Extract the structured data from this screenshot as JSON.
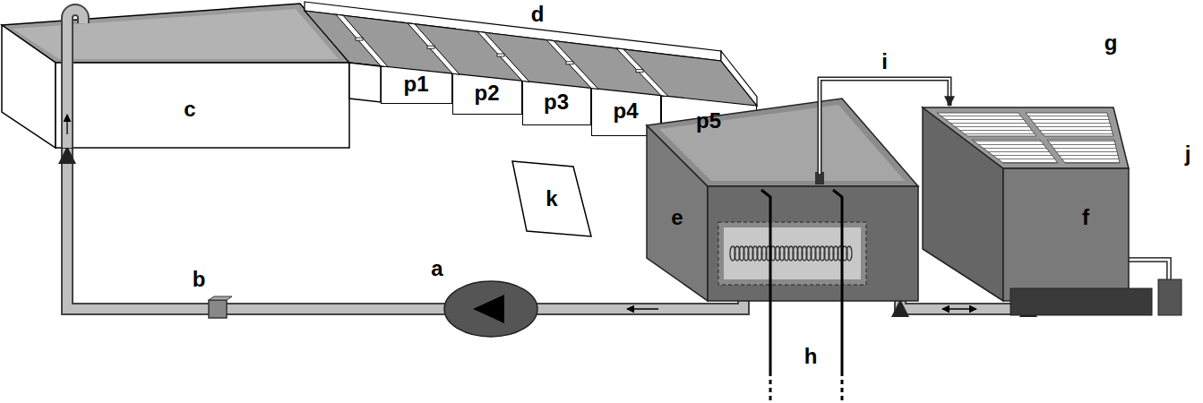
{
  "diagram": {
    "nodes": [
      {
        "text": [
          "c"
        ]
      },
      {
        "text": [
          "d"
        ]
      },
      {
        "text": [
          "p1"
        ],
        "in": 1
      },
      {
        "text": [
          "p2"
        ],
        "in": 1
      },
      {
        "text": [
          "p3"
        ],
        "in": 1
      },
      {
        "text": [
          "p4"
        ],
        "in": 1
      },
      {
        "text": [
          "p5"
        ],
        "in": 1
      },
      {
        "text": [
          "k"
        ]
      },
      {
        "text": [
          "e"
        ]
      },
      {
        "text": [
          "g",
          "f"
        ]
      }
    ],
    "edges": [
      {
        "from": 8,
        "to": 0,
        "arrow": "to"
      },
      {
        "from": 8,
        "to": 9,
        "arrow": "both"
      },
      {
        "from": 8,
        "to": 9,
        "label": "i",
        "arrow": "to"
      }
    ],
    "labels": [
      "a",
      "b",
      "h",
      "j"
    ]
  }
}
